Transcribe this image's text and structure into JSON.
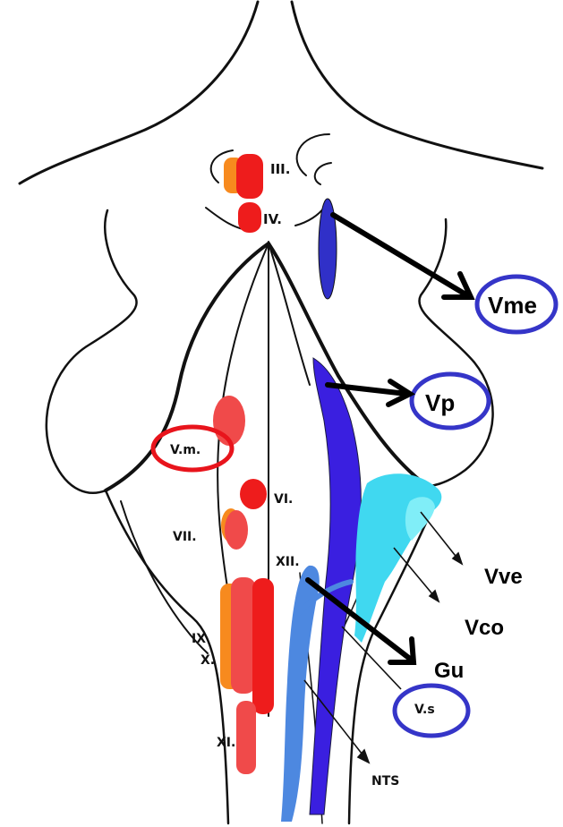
{
  "nuclei_labels": {
    "III": "III.",
    "IV": "IV.",
    "VI": "VI.",
    "VII": "VII.",
    "XII": "XII.",
    "IX": "IX",
    "X": "X.",
    "XI": "XI.",
    "Vm": "V.m.",
    "Vs": "V.s",
    "NTS": "NTS"
  },
  "annotations": {
    "Vme": "Vme",
    "Vp": "Vp",
    "Vve": "Vve",
    "Vco": "Vco",
    "Gu": "Gu"
  },
  "colors": {
    "outline": "#111111",
    "motor_red": "#ee1c1c",
    "motor_salmon": "#f04a4a",
    "motor_orange": "#f78a1e",
    "sensory_blue": "#3030c8",
    "sensory_violet": "#3a1fe0",
    "vestibular_cyan": "#40d8f0",
    "gustatory_blue": "#4d88e0",
    "highlight_red": "#e8141c",
    "highlight_blue": "#3535c8"
  }
}
